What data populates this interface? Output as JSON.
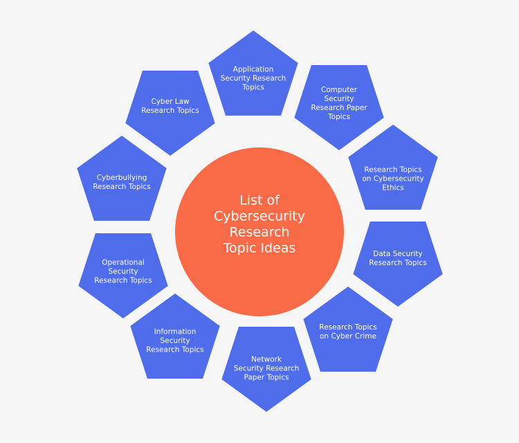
{
  "colors": {
    "background": "#f6f6f6",
    "pentagon": "#4f6deb",
    "center": "#f96a47",
    "text": "#ffffff"
  },
  "center": {
    "lines": [
      "List of",
      "Cybersecurity",
      "Research",
      "Topic Ideas"
    ]
  },
  "topics": [
    {
      "lines": [
        "Application",
        "Security Research",
        "Topics"
      ]
    },
    {
      "lines": [
        "Computer",
        "Security",
        "Research Paper",
        "Topics"
      ]
    },
    {
      "lines": [
        "Research Topics",
        "on Cybersecurity",
        "Ethics"
      ]
    },
    {
      "lines": [
        "Data Security",
        "Research Topics"
      ]
    },
    {
      "lines": [
        "Research Topics",
        "on Cyber Crime"
      ]
    },
    {
      "lines": [
        "Network",
        "Security Research",
        "Paper Topics"
      ]
    },
    {
      "lines": [
        "Information",
        "Security",
        "Research Topics"
      ]
    },
    {
      "lines": [
        "Operational",
        "Security",
        "Research Topics"
      ]
    },
    {
      "lines": [
        "Cyberbullying",
        "Research Topics"
      ]
    },
    {
      "lines": [
        "Cyber Law",
        "Research Topics"
      ]
    }
  ]
}
